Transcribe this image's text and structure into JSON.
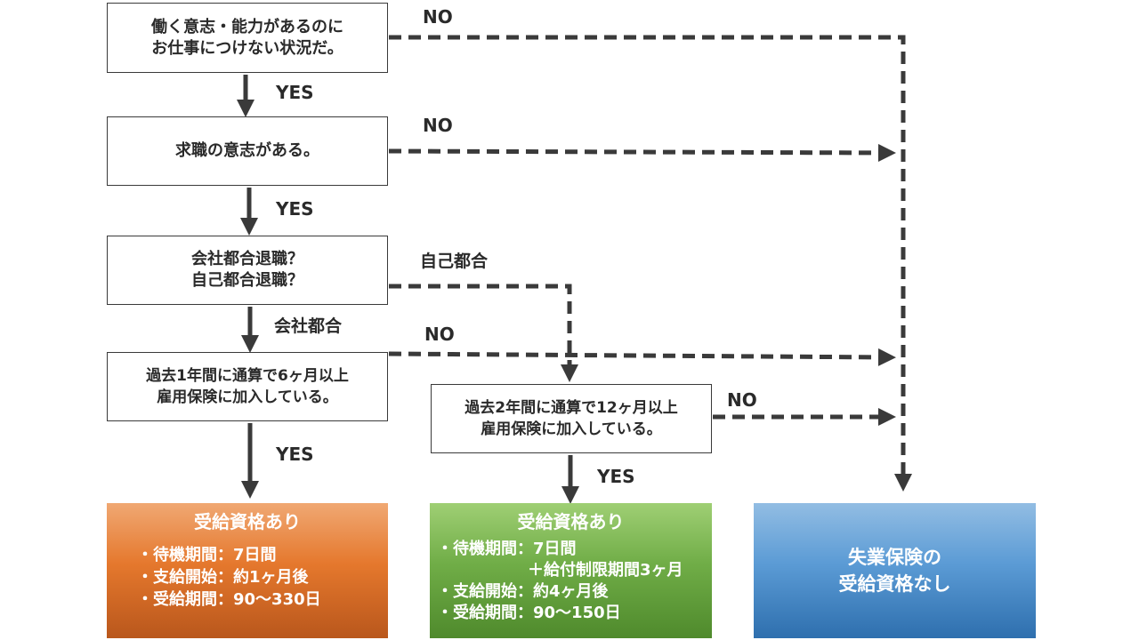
{
  "colors": {
    "line": "#3a3a3a",
    "orange": "#e5782d",
    "green": "#70ad47",
    "blue": "#5b9bd5"
  },
  "nodes": {
    "q1": {
      "line1": "働く意志・能力があるのに",
      "line2": "お仕事につけない状況だ。"
    },
    "q2": {
      "line1": "求職の意志がある。"
    },
    "q3": {
      "line1": "会社都合退職？",
      "line2": "自己都合退職？"
    },
    "q4": {
      "line1": "過去1年間に通算で6ヶ月以上",
      "line2": "雇用保険に加入している。"
    },
    "q5": {
      "line1": "過去2年間に通算で12ヶ月以上",
      "line2": "雇用保険に加入している。"
    }
  },
  "edge_labels": {
    "q1_no": "NO",
    "q1_yes": "YES",
    "q2_no": "NO",
    "q2_yes": "YES",
    "q3_self": "自己都合",
    "q3_company": "会社都合",
    "q4_no": "NO",
    "q4_yes": "YES",
    "q5_no": "NO",
    "q5_yes": "YES"
  },
  "results": {
    "orange": {
      "title": "受給資格あり",
      "line1": "・待機期間：7日間",
      "line2": "・支給開始：約1ヶ月後",
      "line3": "・受給期間：90〜330日"
    },
    "green": {
      "title": "受給資格あり",
      "line1": "・待機期間：7日間",
      "line2": "＋給付制限期間3ヶ月",
      "line3": "・支給開始：約4ヶ月後",
      "line4": "・受給期間：90〜150日"
    },
    "blue": {
      "line1": "失業保険の",
      "line2": "受給資格なし"
    }
  }
}
